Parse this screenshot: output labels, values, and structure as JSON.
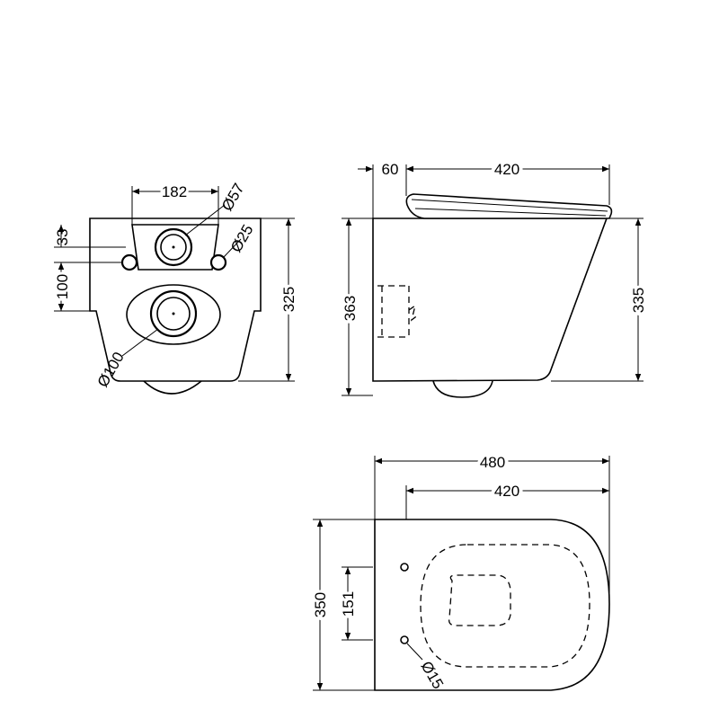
{
  "front_view": {
    "dims": {
      "width_182": "182",
      "dia_57": "Ø57",
      "dia_25": "Ø25",
      "v_33": "33",
      "v_100": "100",
      "height_325": "325",
      "dia_100": "Ø100"
    }
  },
  "side_view": {
    "dims": {
      "len_60": "60",
      "len_420": "420",
      "height_363": "363",
      "height_335": "335"
    }
  },
  "top_view": {
    "dims": {
      "len_480": "480",
      "len_420": "420",
      "width_350": "350",
      "v_151": "151",
      "dia_15": "Ø15"
    }
  },
  "colors": {
    "line": "#000000",
    "background": "#ffffff"
  }
}
